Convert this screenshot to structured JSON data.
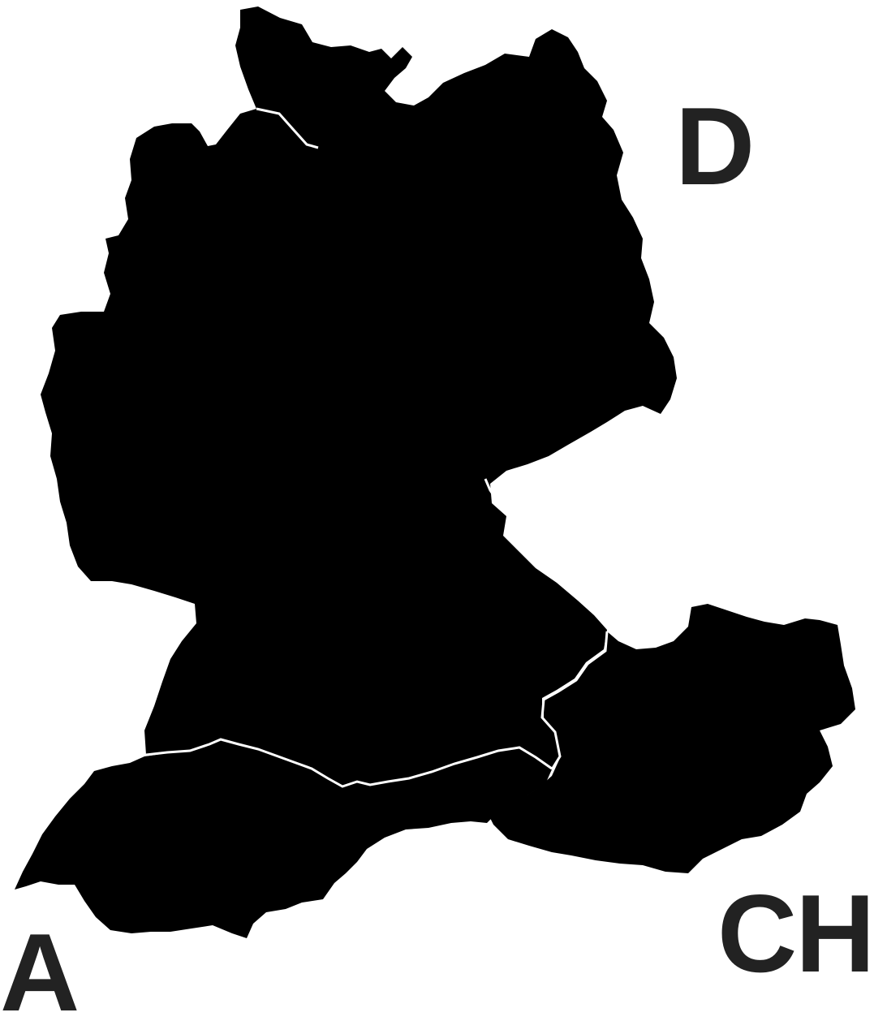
{
  "map": {
    "colors": {
      "land": "#000000",
      "border": "#ffffff",
      "background": "#ffffff",
      "label": "#222222"
    },
    "labels": {
      "germany": "D",
      "switzerland": "CH",
      "austria": "A"
    }
  }
}
